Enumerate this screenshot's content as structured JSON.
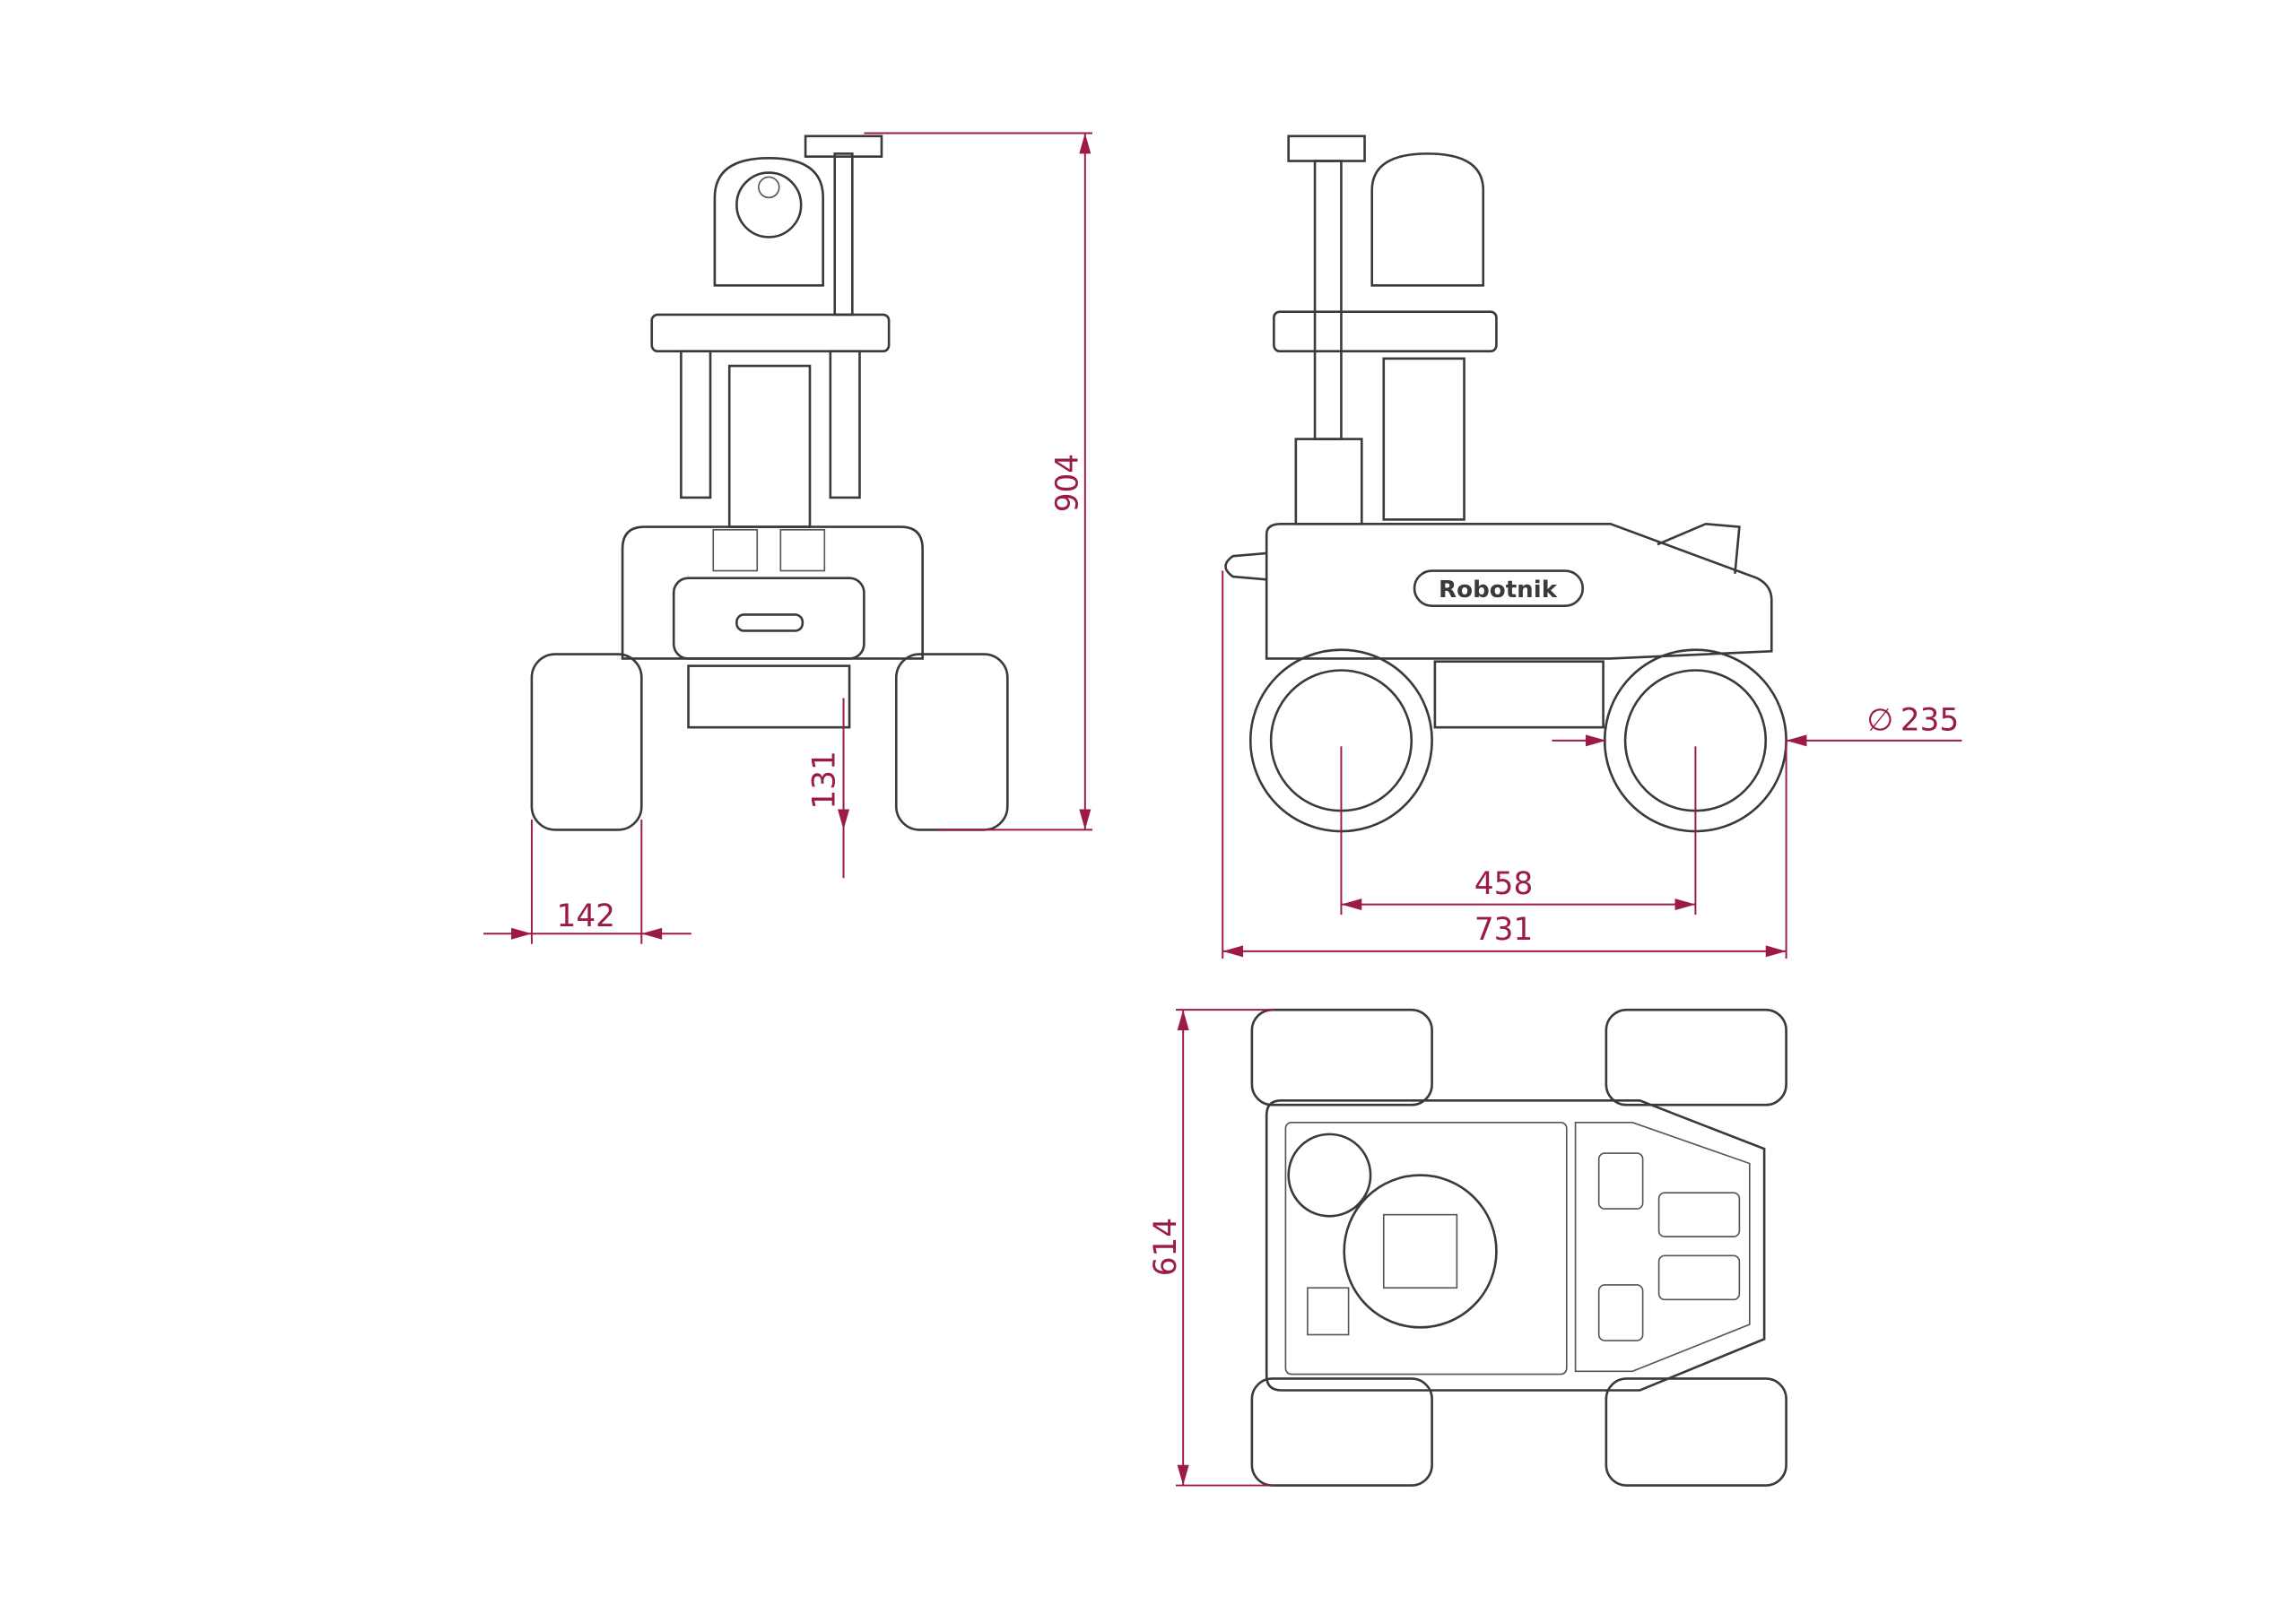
{
  "logo_text": "Robotnik",
  "dimensions": {
    "total_height": "904",
    "ground_clearance": "131",
    "wheel_width": "142",
    "wheelbase": "458",
    "total_length": "731",
    "wheel_diameter_symbol": "∅",
    "wheel_diameter": "235",
    "total_width": "614"
  },
  "colors": {
    "dimension": "#9b1b45",
    "drawing": "#3a3a3a"
  }
}
